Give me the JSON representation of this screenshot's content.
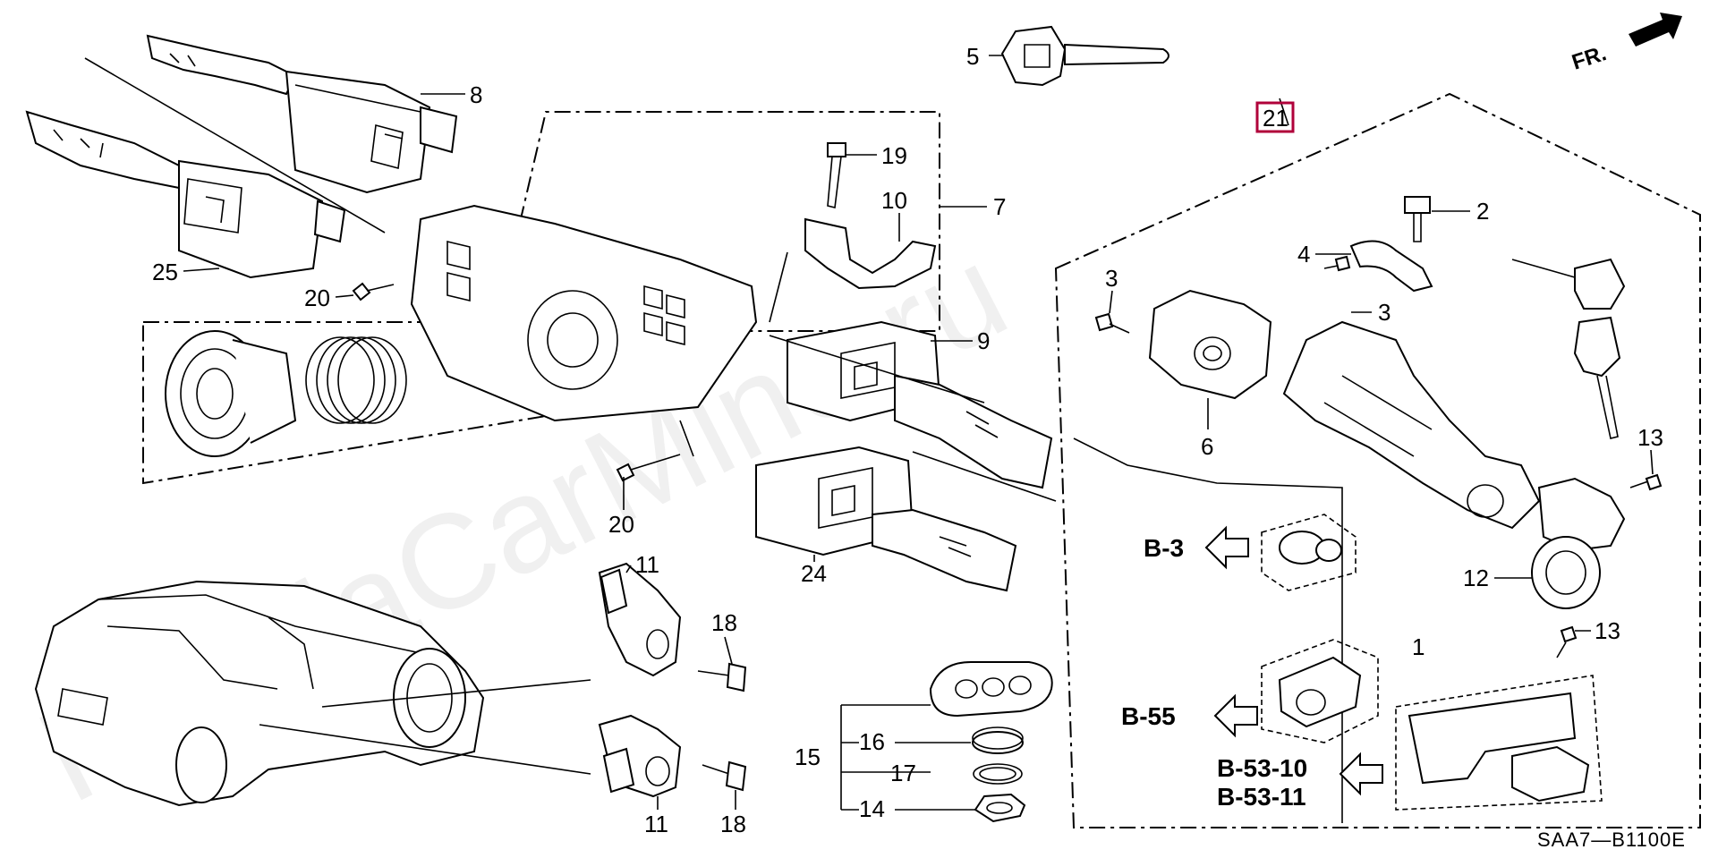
{
  "diagram": {
    "watermark": "HondaCarMine.ru",
    "drawing_code": "SAA7—B1100E",
    "direction_label": "FR.",
    "highlight_color": "#b0003a",
    "callouts": {
      "c1": "1",
      "c2": "2",
      "c3a": "3",
      "c3b": "3",
      "c4": "4",
      "c5": "5",
      "c6": "6",
      "c7": "7",
      "c8": "8",
      "c9": "9",
      "c10": "10",
      "c11a": "11",
      "c11b": "11",
      "c12": "12",
      "c13a": "13",
      "c13b": "13",
      "c14": "14",
      "c15": "15",
      "c16": "16",
      "c17": "17",
      "c18a": "18",
      "c18b": "18",
      "c19": "19",
      "c20a": "20",
      "c20b": "20",
      "c21": "21",
      "c24": "24",
      "c25": "25"
    },
    "references": {
      "b3": "B-3",
      "b55": "B-55",
      "b5310": "B-53-10",
      "b5311": "B-53-11"
    }
  }
}
